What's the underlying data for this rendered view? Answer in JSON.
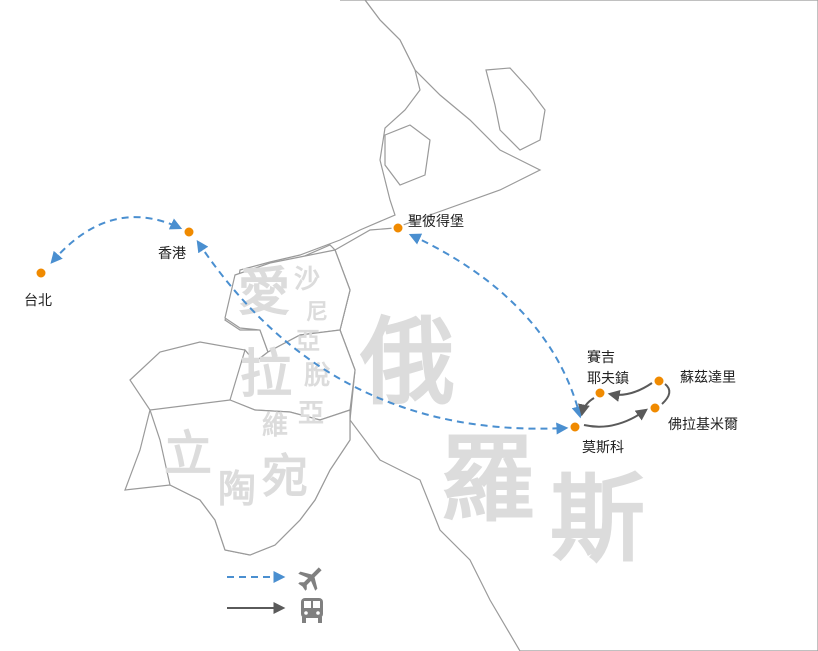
{
  "countries": {
    "russia": [
      "俄",
      "羅",
      "斯"
    ],
    "estonia": [
      "愛",
      "沙",
      "尼",
      "亞"
    ],
    "latvia": [
      "拉",
      "脫",
      "維",
      "亞"
    ],
    "lithuania": [
      "立",
      "陶",
      "宛"
    ]
  },
  "cities": {
    "taipei": "台北",
    "hongkong": "香港",
    "st_petersburg": "聖彼得堡",
    "moscow": "莫斯科",
    "sergiev_posad_line1": "賽吉",
    "sergiev_posad_line2": "耶夫鎮",
    "suzdal": "蘇茲達里",
    "vladimir": "佛拉基米爾"
  },
  "legend": [
    {
      "type": "flight",
      "icon": "airplane-icon",
      "color": "#4a8fd0"
    },
    {
      "type": "bus",
      "icon": "bus-icon",
      "color": "#5a5a5a"
    }
  ],
  "colors": {
    "dot": "#f08a00",
    "flight": "#4a8fd0",
    "bus": "#5a5a5a"
  }
}
